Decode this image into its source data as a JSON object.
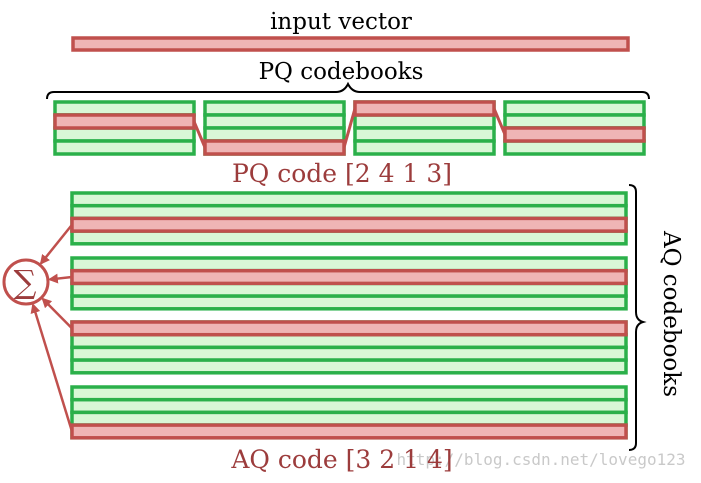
{
  "diagram": {
    "input_label": "input vector",
    "pq_label": "PQ codebooks",
    "pq_code_label": "PQ code [2 4 1 3]",
    "aq_label": "AQ codebooks",
    "aq_code_label": "AQ code [3 2 1 4]",
    "sum_symbol": "∑",
    "watermark": "http://blog.csdn.net/lovego123",
    "pq_code": [
      2,
      4,
      1,
      3
    ],
    "aq_code": [
      3,
      2,
      1,
      4
    ],
    "rows_per_codebook": 4,
    "colors": {
      "green_stroke": "#2bb04a",
      "green_fill": "#d9f7d6",
      "red_stroke": "#c0504d",
      "red_fill": "#efb5b5",
      "code_text": "#9c3c3c",
      "black": "#000000"
    }
  }
}
